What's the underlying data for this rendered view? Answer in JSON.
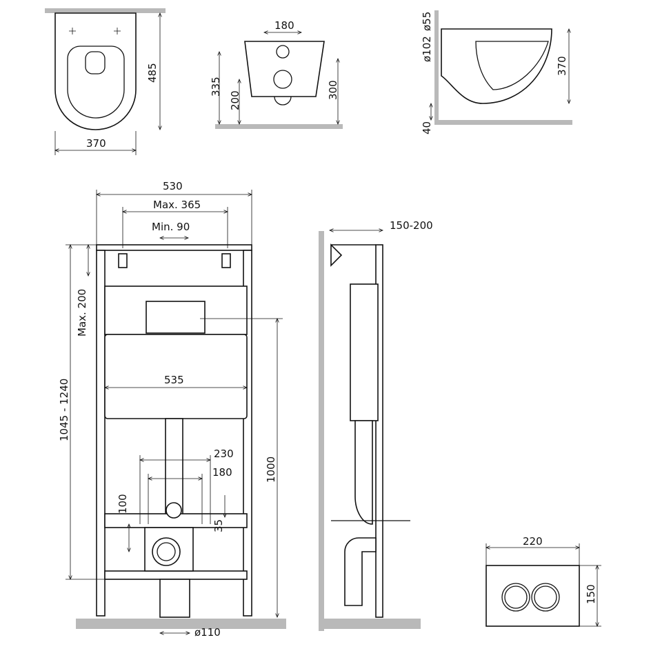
{
  "top_view": {
    "depth": "485",
    "width": "370"
  },
  "front_view": {
    "hole_spacing": "180",
    "height_335": "335",
    "height_200": "200",
    "height_300": "300"
  },
  "side_view": {
    "d55": "ø55",
    "d102": "ø102",
    "height": "370",
    "floor": "40"
  },
  "frame_front": {
    "width": "530",
    "max_365": "Max. 365",
    "min_90": "Min. 90",
    "max_200": "Max. 200",
    "height_range": "1045 - 1240",
    "panel_width": "535",
    "bolt_230": "230",
    "bolt_180": "180",
    "dim_100": "100",
    "dim_35": "35",
    "height_1000": "1000",
    "drain": "ø110"
  },
  "frame_side": {
    "wall_gap": "150-200"
  },
  "flush_plate": {
    "width": "220",
    "height": "150"
  },
  "colors": {
    "line": "#111111",
    "wall": "#b9b9b9"
  }
}
